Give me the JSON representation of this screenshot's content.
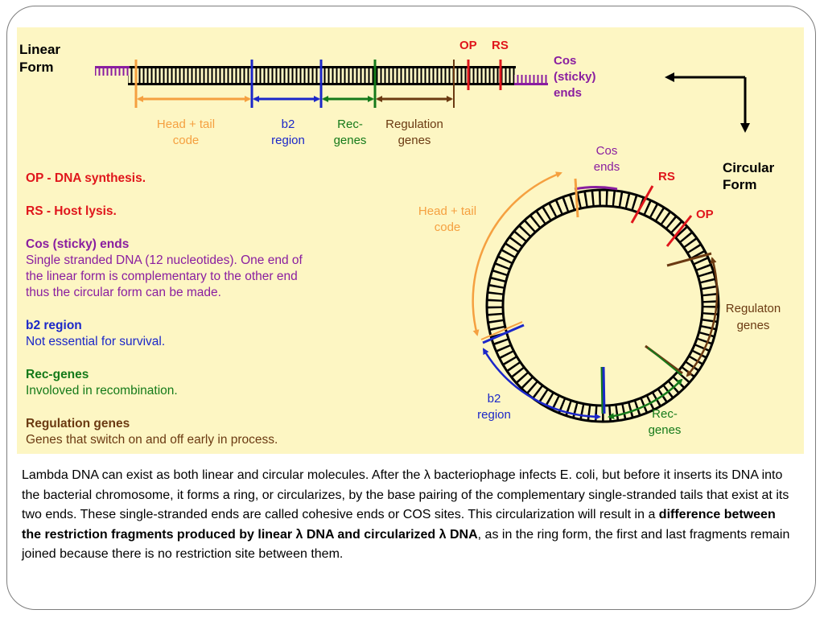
{
  "linear": {
    "title_line1": "Linear",
    "title_line2": "Form",
    "op_label": "OP",
    "rs_label": "RS",
    "cos_line1": "Cos",
    "cos_line2": "(sticky)",
    "cos_line3": "ends",
    "head_tail_line1": "Head + tail",
    "head_tail_line2": "code",
    "b2_line1": "b2",
    "b2_line2": "region",
    "rec_line1": "Rec-",
    "rec_line2": "genes",
    "reg_line1": "Regulation",
    "reg_line2": "genes"
  },
  "circular": {
    "title_line1": "Circular",
    "title_line2": "Form",
    "cos_line1": "Cos",
    "cos_line2": "ends",
    "rs_label": "RS",
    "op_label": "OP",
    "head_tail_line1": "Head + tail",
    "head_tail_line2": "code",
    "reg_line1": "Regulaton",
    "reg_line2": "genes",
    "b2_line1": "b2",
    "b2_line2": "region",
    "rec_line1": "Rec-",
    "rec_line2": "genes"
  },
  "legend": {
    "op_head": "OP - DNA synthesis.",
    "rs_head": "RS - Host lysis.",
    "cos_head": "Cos (sticky) ends",
    "cos_text_1": "Single stranded DNA (12 nucleotides).  One end of",
    "cos_text_2": "the linear form is complementary to the other end",
    "cos_text_3": "thus the circular form can be made.",
    "b2_head": "b2 region",
    "b2_text": "Not essential for survival.",
    "rec_head": "Rec-genes",
    "rec_text": "Involoved in recombination.",
    "reg_head": "Regulation genes",
    "reg_text": "Genes that switch on and off early in process."
  },
  "caption": {
    "part1": "Lambda DNA can exist as both linear and circular molecules. After the λ bacteriophage infects E. coli, but before it inserts its DNA into the bacterial chromosome, it forms a ring, or circularizes, by the base pairing of the complementary single-stranded tails that exist at its two ends. These single-stranded ends are called cohesive ends or COS sites. This circularization will result in a ",
    "bold": "difference between the restriction fragments produced by linear λ DNA and circularized λ DNA",
    "part2": ", as in the ring form, the first and last fragments remain joined because there is no restriction site between them."
  },
  "colors": {
    "orange": "#f5a040",
    "blue": "#1b27c9",
    "green": "#157a1a",
    "brown": "#6b3a12",
    "red": "#e0161c",
    "purple": "#8a1ea0",
    "panel": "#fdf6c3"
  }
}
